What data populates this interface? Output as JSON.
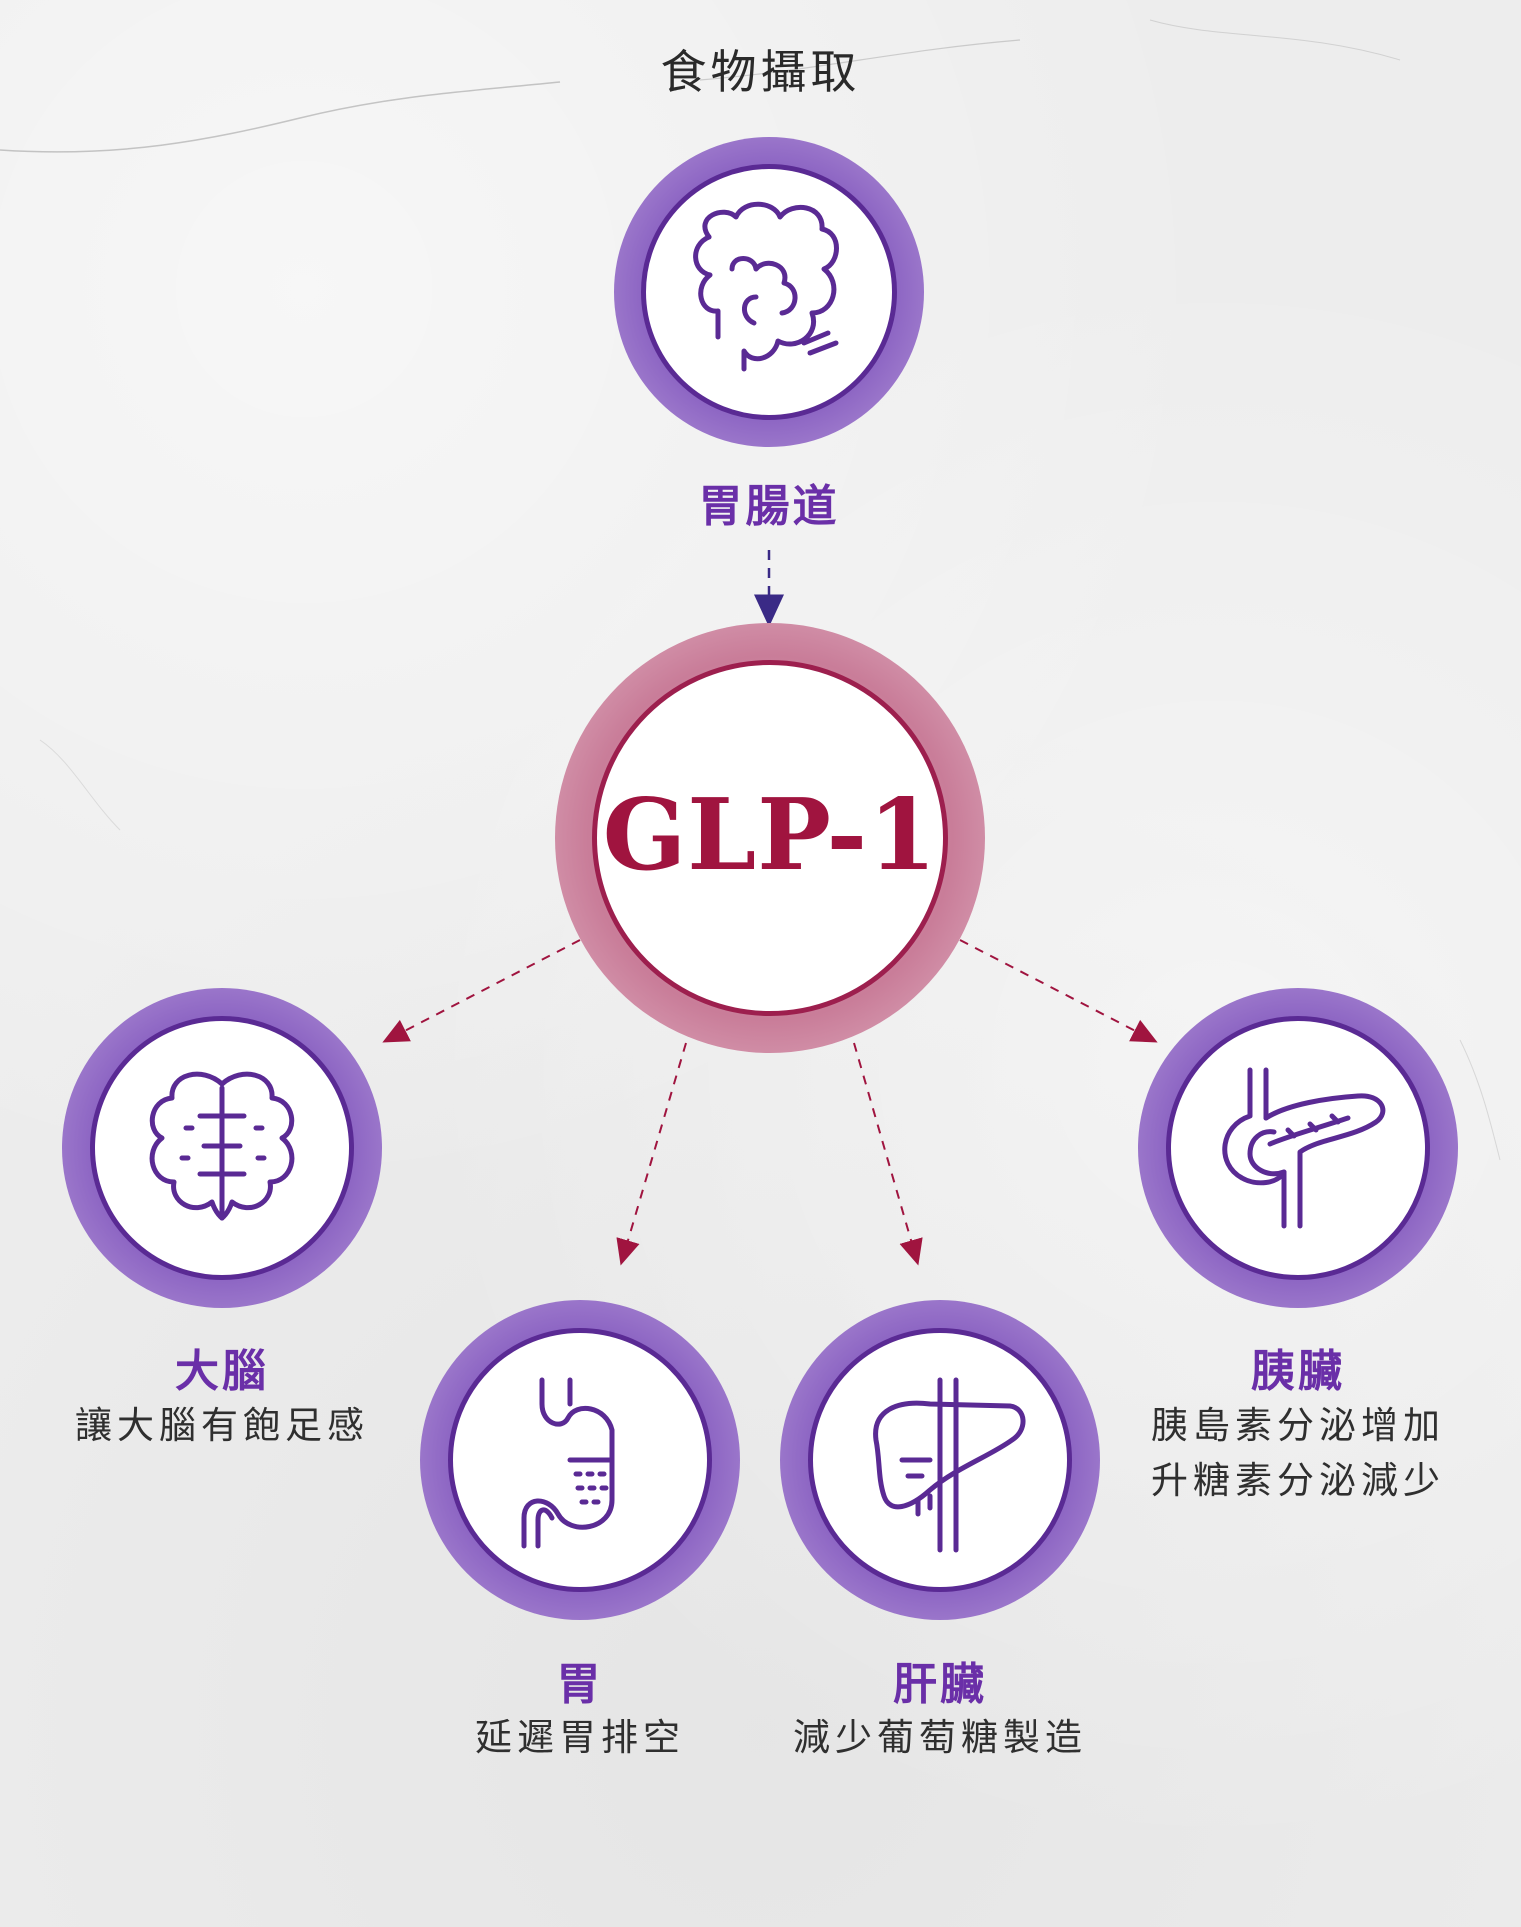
{
  "title": "食物攝取",
  "colors": {
    "purple_ring": "#8a62c2",
    "purple_stroke": "#5a2a94",
    "purple_label": "#6a2fa8",
    "pink_ring": "#c97d99",
    "pink_stroke": "#9d1f4e",
    "glp_text": "#a0143f",
    "arrow_purple": "#3a2a86",
    "arrow_pink": "#a0143f"
  },
  "nodes": {
    "gut": {
      "label": "胃腸道",
      "icon": "intestine-icon"
    },
    "glp1": {
      "label": "GLP-1"
    },
    "brain": {
      "label": "大腦",
      "desc": "讓大腦有飽足感",
      "icon": "brain-icon"
    },
    "stomach": {
      "label": "胃",
      "desc": "延遲胃排空",
      "icon": "stomach-icon"
    },
    "liver": {
      "label": "肝臟",
      "desc": "減少葡萄糖製造",
      "icon": "liver-icon"
    },
    "pancreas": {
      "label": "胰臟",
      "desc_line1": "胰島素分泌增加",
      "desc_line2": "升糖素分泌減少",
      "icon": "pancreas-icon"
    }
  }
}
